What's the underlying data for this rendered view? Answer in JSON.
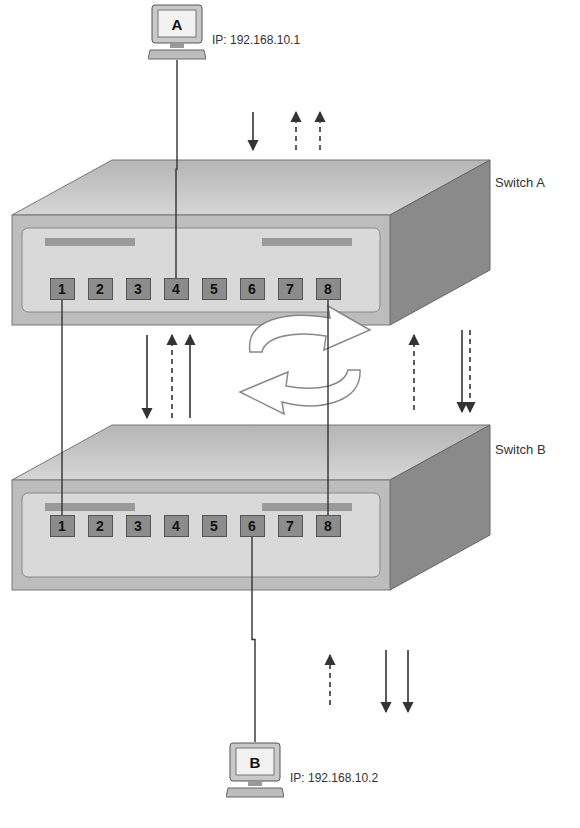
{
  "diagram": {
    "nodes": [
      {
        "text": [
          "A",
          "IP: 192.168.10.1"
        ]
      },
      {
        "text": [
          "Switch A"
        ]
      },
      {
        "text": [
          "1"
        ],
        "in": 1
      },
      {
        "text": [
          "2"
        ],
        "in": 1
      },
      {
        "text": [
          "3"
        ],
        "in": 1
      },
      {
        "text": [
          "4"
        ],
        "in": 1
      },
      {
        "text": [
          "5"
        ],
        "in": 1
      },
      {
        "text": [
          "6"
        ],
        "in": 1
      },
      {
        "text": [
          "7"
        ],
        "in": 1
      },
      {
        "text": [
          "8"
        ],
        "in": 1
      },
      {
        "text": [
          "Switch B"
        ]
      },
      {
        "text": [
          "1"
        ],
        "in": 10
      },
      {
        "text": [
          "2"
        ],
        "in": 10
      },
      {
        "text": [
          "3"
        ],
        "in": 10
      },
      {
        "text": [
          "4"
        ],
        "in": 10
      },
      {
        "text": [
          "5"
        ],
        "in": 10
      },
      {
        "text": [
          "6"
        ],
        "in": 10
      },
      {
        "text": [
          "7"
        ],
        "in": 10
      },
      {
        "text": [
          "8"
        ],
        "in": 10
      },
      {
        "text": [
          "B",
          "IP: 192.168.10.2"
        ]
      }
    ],
    "edges": [
      {
        "from": 0,
        "to": 5,
        "arrow": "none"
      },
      {
        "from": 2,
        "to": 11,
        "arrow": "none"
      },
      {
        "from": 9,
        "to": 18,
        "arrow": "none"
      },
      {
        "from": 16,
        "to": 19,
        "arrow": "none"
      }
    ]
  }
}
